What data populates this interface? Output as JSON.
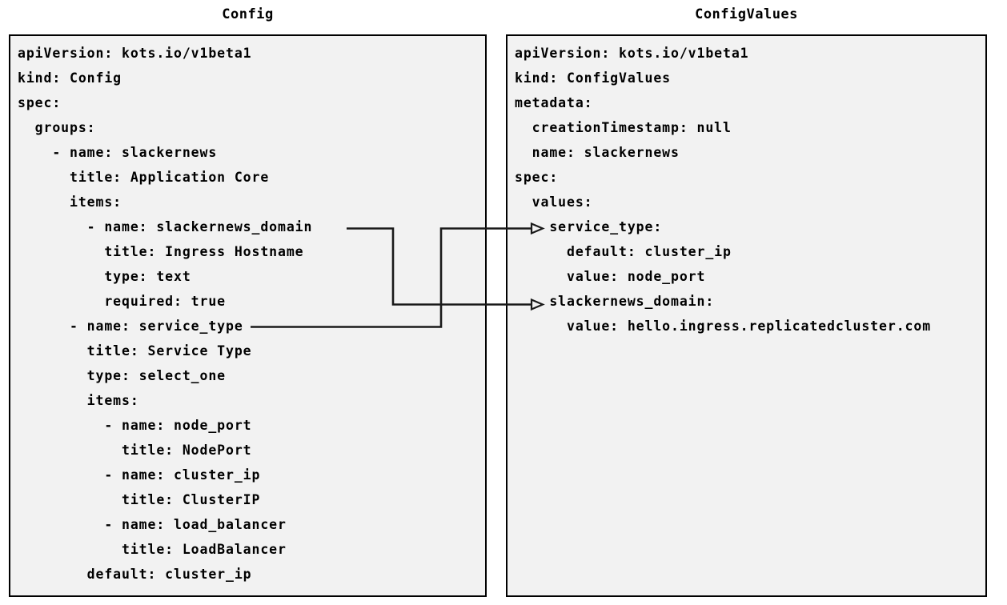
{
  "diagram": {
    "type": "two-panel-yaml-mapping",
    "background": "#ffffff",
    "panel_background": "#f2f2f2",
    "border_color": "#000000",
    "text_color": "#000000"
  },
  "left_panel": {
    "title": "Config",
    "lines": [
      "apiVersion: kots.io/v1beta1",
      "kind: Config",
      "spec:",
      "  groups:",
      "    - name: slackernews",
      "      title: Application Core",
      "      items:",
      "        - name: slackernews_domain",
      "          title: Ingress Hostname",
      "          type: text",
      "          required: true",
      "      - name: service_type",
      "        title: Service Type",
      "        type: select_one",
      "        items:",
      "          - name: node_port",
      "            title: NodePort",
      "          - name: cluster_ip",
      "            title: ClusterIP",
      "          - name: load_balancer",
      "            title: LoadBalancer",
      "        default: cluster_ip"
    ],
    "text": "apiVersion: kots.io/v1beta1\nkind: Config\nspec:\n  groups:\n    - name: slackernews\n      title: Application Core\n      items:\n        - name: slackernews_domain\n          title: Ingress Hostname\n          type: text\n          required: true\n      - name: service_type\n        title: Service Type\n        type: select_one\n        items:\n          - name: node_port\n            title: NodePort\n          - name: cluster_ip\n            title: ClusterIP\n          - name: load_balancer\n            title: LoadBalancer\n        default: cluster_ip"
  },
  "right_panel": {
    "title": "ConfigValues",
    "lines": [
      "apiVersion: kots.io/v1beta1",
      "kind: ConfigValues",
      "metadata:",
      "  creationTimestamp: null",
      "  name: slackernews",
      "spec:",
      "  values:",
      "    service_type:",
      "      default: cluster_ip",
      "      value: node_port",
      "    slackernews_domain:",
      "      value: hello.ingress.replicatedcluster.com"
    ],
    "text": "apiVersion: kots.io/v1beta1\nkind: ConfigValues\nmetadata:\n  creationTimestamp: null\n  name: slackernews\nspec:\n  values:\n    service_type:\n      default: cluster_ip\n      value: node_port\n    slackernews_domain:\n      value: hello.ingress.replicatedcluster.com"
  },
  "connectors": [
    {
      "id": "connector-slackernews-domain",
      "from": "slackernews_domain",
      "to": "slackernews_domain:",
      "arrowhead": "open-triangle"
    },
    {
      "id": "connector-service-type",
      "from": "service_type",
      "to": "service_type:",
      "arrowhead": "open-triangle"
    }
  ]
}
